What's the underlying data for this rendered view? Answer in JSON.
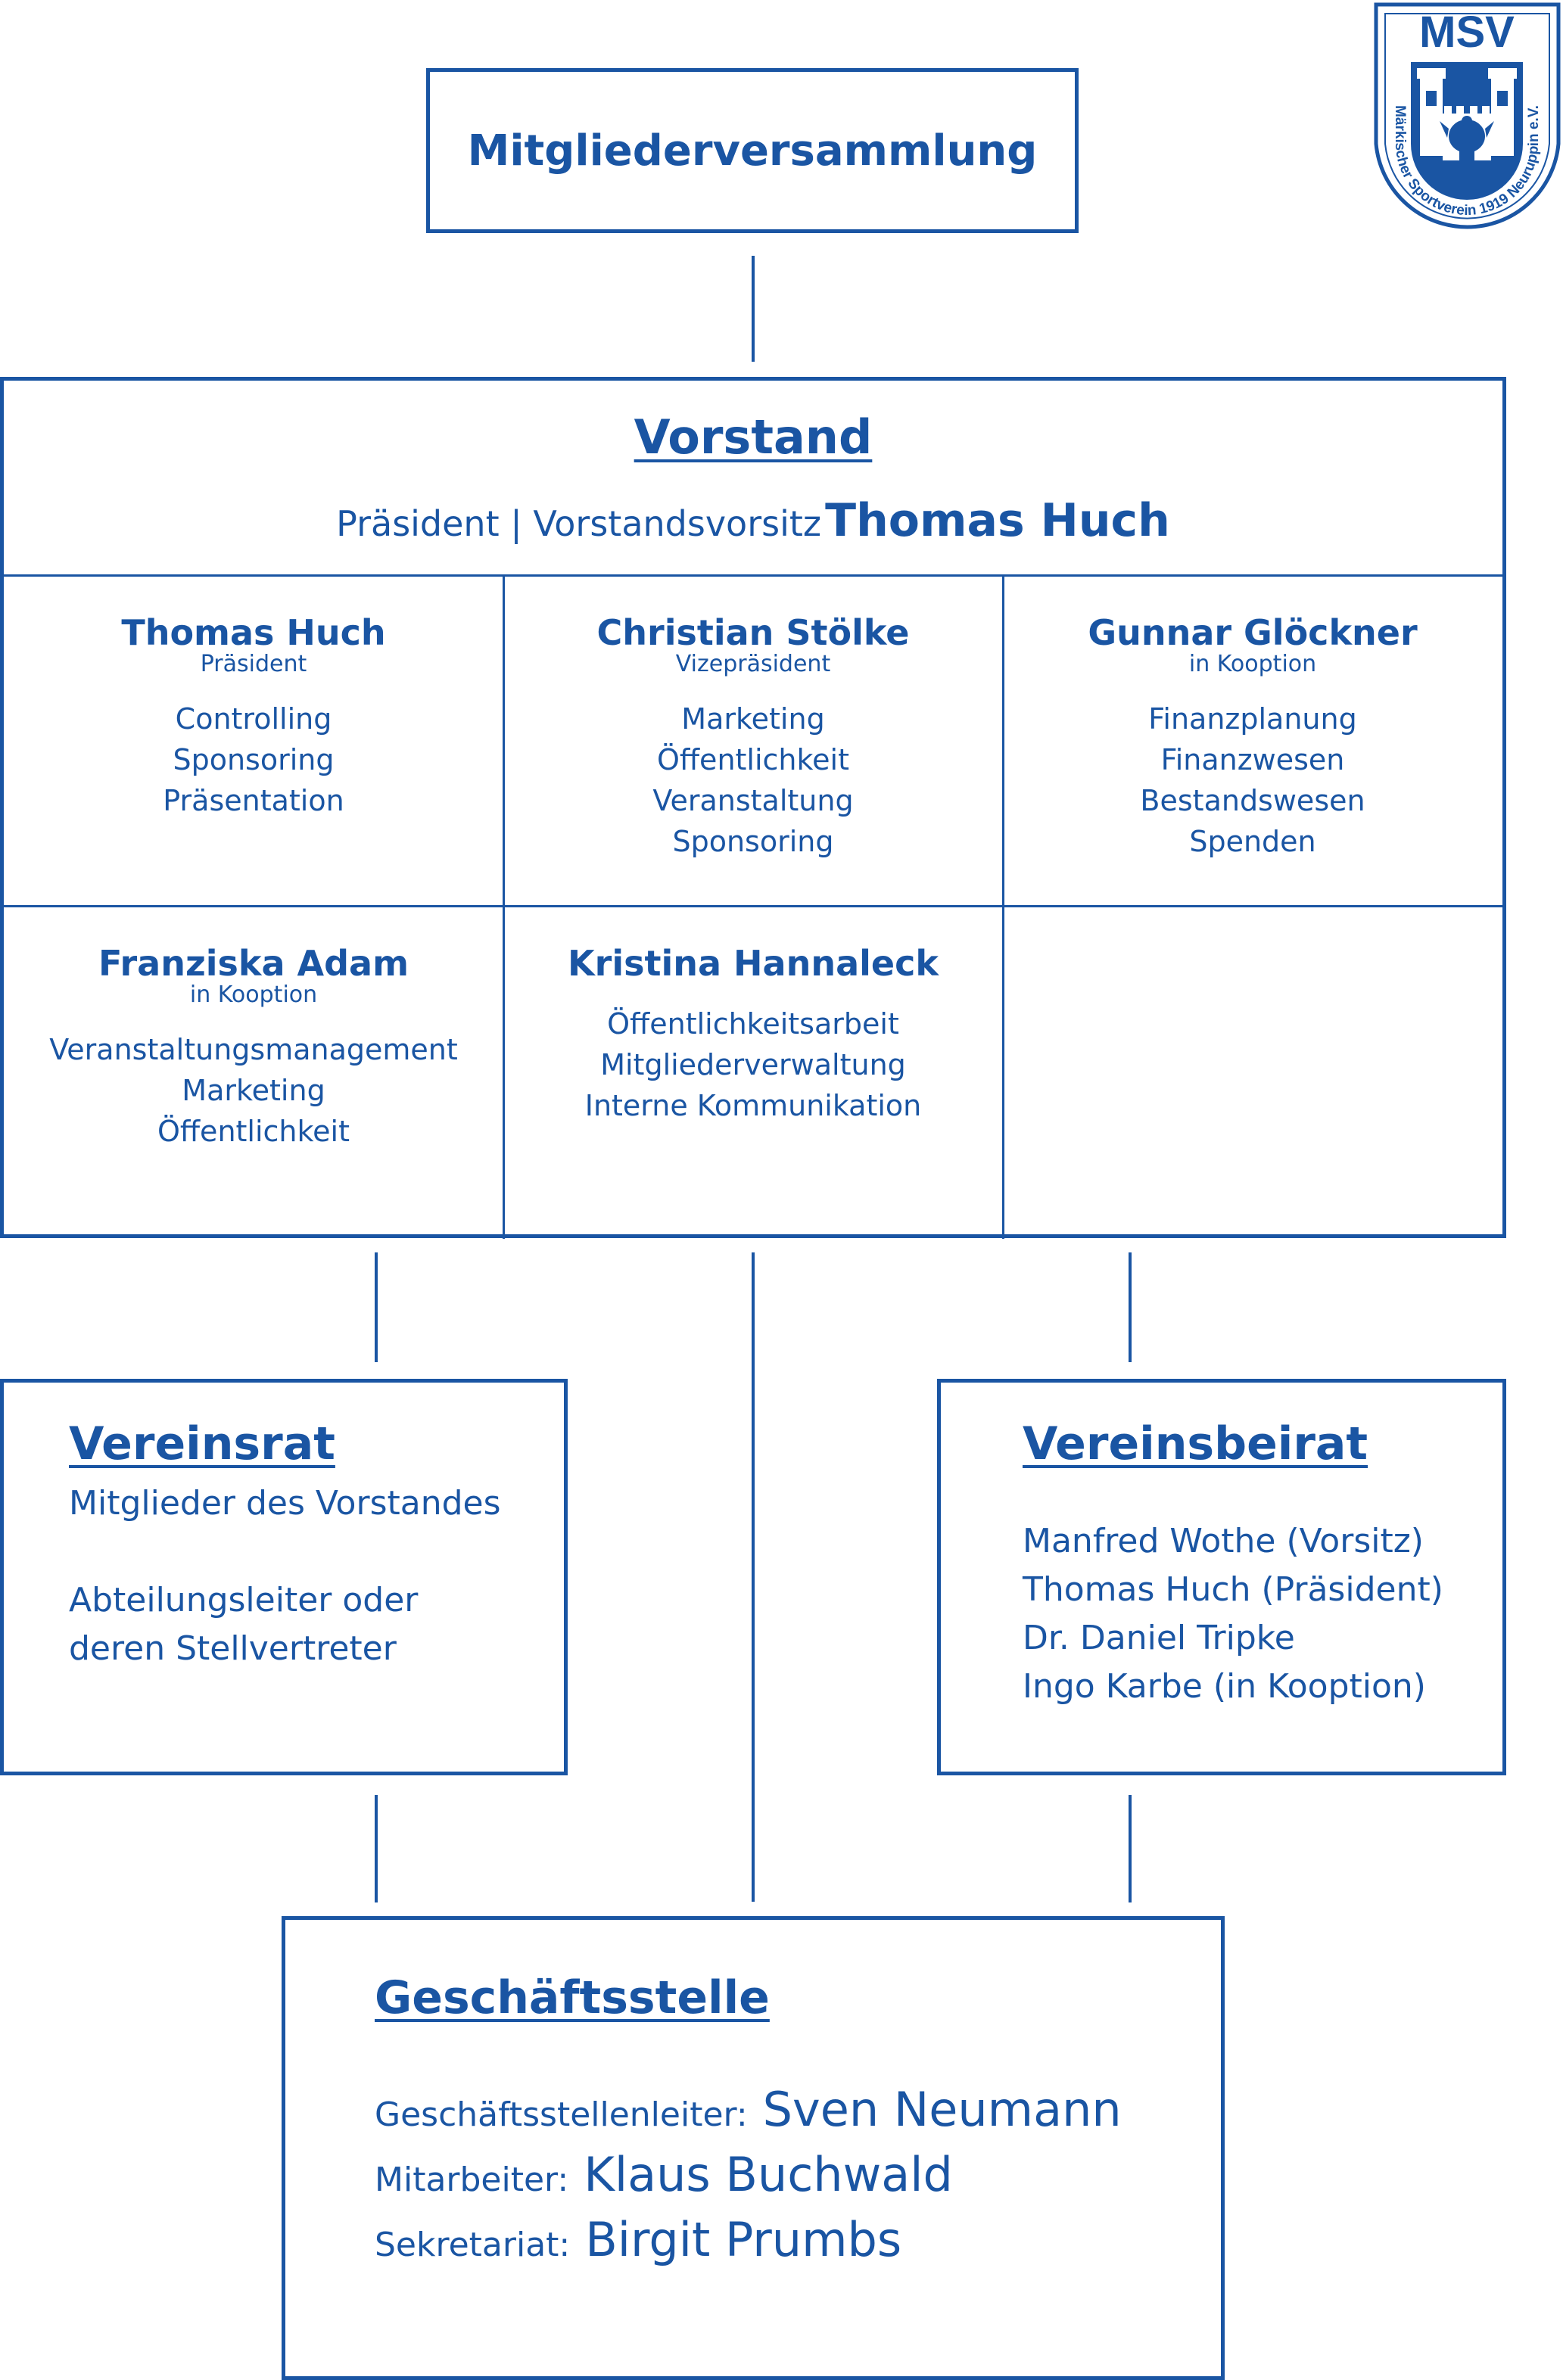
{
  "mitgliederversammlung": {
    "title": "Mitgliederversammlung"
  },
  "vorstand": {
    "title": "Vorstand",
    "subtitle_label": "Präsident | Vorstandsvorsitz",
    "subtitle_name": "Thomas Huch",
    "members": [
      {
        "name": "Thomas Huch",
        "role": "Präsident",
        "tasks": [
          "Controlling",
          "Sponsoring",
          "Präsentation"
        ]
      },
      {
        "name": "Christian Stölke",
        "role": "Vizepräsident",
        "tasks": [
          "Marketing",
          "Öffentlichkeit",
          "Veranstaltung",
          "Sponsoring"
        ]
      },
      {
        "name": "Gunnar Glöckner",
        "role": "in Kooption",
        "tasks": [
          "Finanzplanung",
          "Finanzwesen",
          "Bestandswesen",
          "Spenden"
        ]
      },
      {
        "name": "Franziska Adam",
        "role": "in Kooption",
        "tasks": [
          "Veranstaltungsmanagement",
          "Marketing",
          "Öffentlichkeit"
        ]
      },
      {
        "name": "Kristina Hannaleck",
        "role": "",
        "tasks": [
          "Öffentlichkeitsarbeit",
          "Mitgliederverwaltung",
          "Interne Kommunikation"
        ]
      }
    ]
  },
  "vereinsrat": {
    "title": "Vereinsrat",
    "line1": "Mitglieder des Vorstandes",
    "line2": "Abteilungsleiter oder",
    "line3": "deren Stellvertreter"
  },
  "vereinsbeirat": {
    "title": "Vereinsbeirat",
    "members": [
      "Manfred Wothe (Vorsitz)",
      "Thomas Huch (Präsident)",
      "Dr. Daniel Tripke",
      "Ingo Karbe (in Kooption)"
    ]
  },
  "geschaeftsstelle": {
    "title": "Geschäftsstelle",
    "rows": [
      {
        "label": "Geschäftsstellenleiter:",
        "value": "Sven Neumann"
      },
      {
        "label": "Mitarbeiter:",
        "value": "Klaus Buchwald"
      },
      {
        "label": "Sekretariat:",
        "value": "Birgit Prumbs"
      }
    ]
  },
  "logo": {
    "abbr": "MSV",
    "ring_text": "Märkischer Sportverein 1919 Neuruppin e.V.",
    "color": "#1a55a3"
  },
  "colors": {
    "primary": "#1a55a3",
    "background": "#ffffff"
  }
}
